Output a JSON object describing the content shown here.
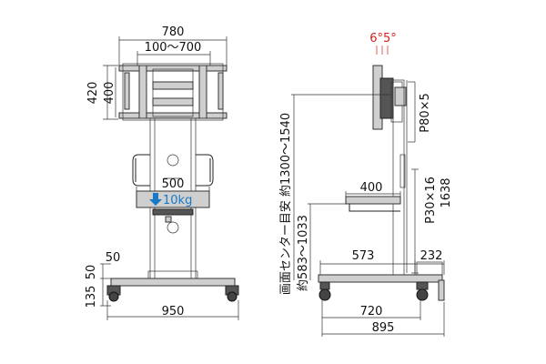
{
  "front": {
    "width_total": "780",
    "width_adjust": "100〜700",
    "height_420": "420",
    "height_400": "400",
    "shelf_width": "500",
    "shelf_load": "10kg",
    "dim_50": "50",
    "dim_135": "135",
    "dim_50b": "50",
    "base_width": "950"
  },
  "side": {
    "tilt": "6°5°",
    "pitch": "P80×5",
    "center_height": "画面センター目安 約1300〜1540",
    "shelf_depth": "400",
    "shelf_pitch": "P30×16",
    "pole_height": "1638",
    "shelf_height": "約583〜1033",
    "base_depth_573": "573",
    "base_depth_232": "232",
    "base_720": "720",
    "base_895": "895"
  },
  "colors": {
    "tilt": "#d42020",
    "load_arrow": "#1a78c8"
  }
}
